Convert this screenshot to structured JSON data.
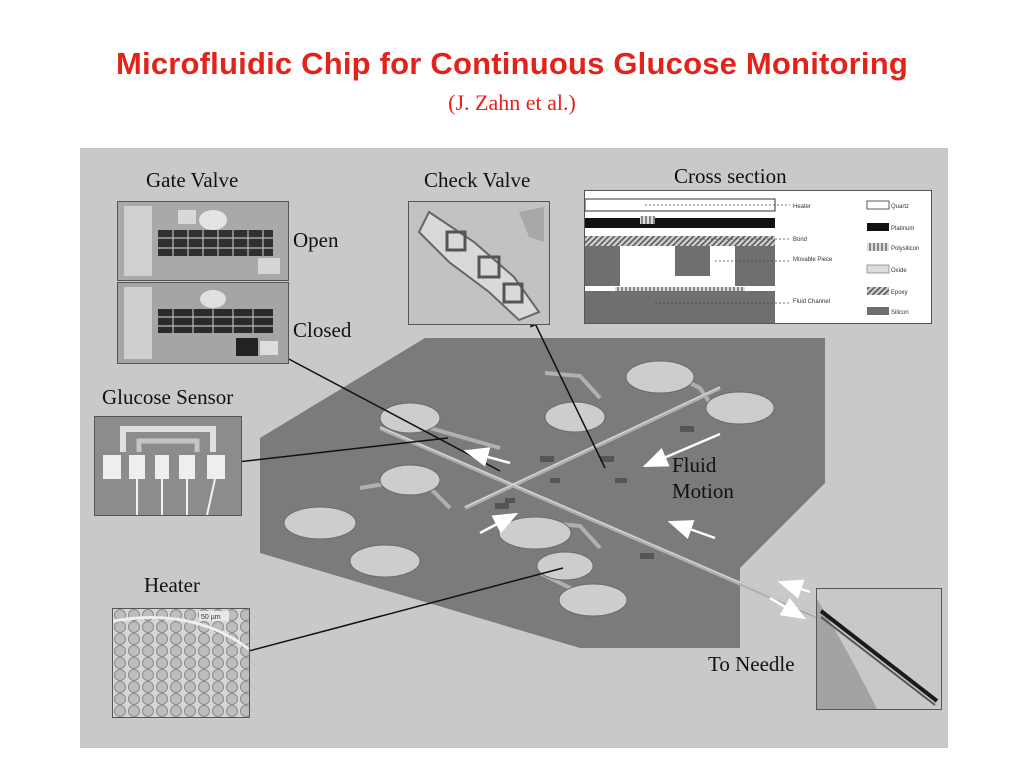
{
  "header": {
    "title": "Microfluidic Chip for Continuous Glucose Monitoring",
    "subtitle": "(J. Zahn et al.)"
  },
  "labels": {
    "gate_valve": "Gate Valve",
    "open": "Open",
    "closed": "Closed",
    "check_valve": "Check Valve",
    "cross_section": "Cross section",
    "glucose_sensor": "Glucose Sensor",
    "heater": "Heater",
    "fluid_motion": "Fluid\nMotion",
    "to_needle": "To Needle"
  },
  "cross_section": {
    "layer_labels": [
      "Heater",
      "Bond",
      "Movable Piece",
      "Fluid Channel"
    ],
    "legend": [
      "Quartz",
      "Platinum",
      "Polysilicon",
      "Oxide",
      "Epoxy",
      "Silicon"
    ]
  },
  "heater_scale": "50 µm",
  "colors": {
    "title": "#e2231a",
    "panel": "#c9c9c9",
    "chip": "#7d7d7d",
    "wells": "#cfcfcf"
  }
}
